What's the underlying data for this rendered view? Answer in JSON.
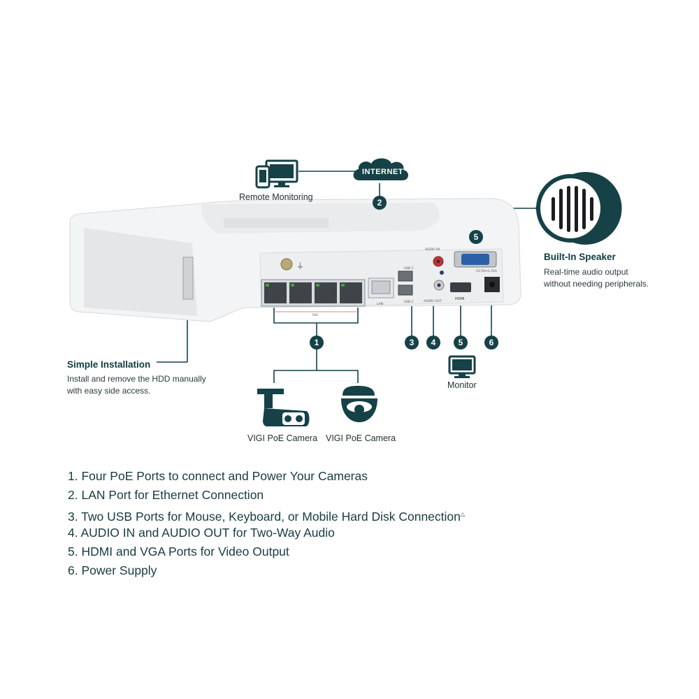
{
  "network": {
    "internet_label": "INTERNET",
    "remote_monitoring_label": "Remote Monitoring"
  },
  "speaker": {
    "title": "Built-In Speaker",
    "description_line1": "Real-time audio output",
    "description_line2": "without needing peripherals."
  },
  "installation": {
    "title": "Simple Installation",
    "description_line1": "Install and remove the HDD manually",
    "description_line2": "with easy side access."
  },
  "cameras": [
    {
      "label": "VIGI PoE Camera",
      "icon": "bullet-camera-icon"
    },
    {
      "label": "VIGI PoE Camera",
      "icon": "turret-camera-icon"
    }
  ],
  "monitor_label": "Monitor",
  "port_badges": [
    "1",
    "2",
    "3",
    "4",
    "5",
    "6"
  ],
  "device_labels": {
    "usb1": "USB 1",
    "usb2": "USB 2",
    "lan": "LAN",
    "poe": "PoE",
    "audio_in": "AUDIO IN",
    "audio_out": "AUDIO OUT",
    "power": "53.5V⎓1.31A",
    "hdmi": "HDMI"
  },
  "features": [
    "1. Four PoE Ports to connect and Power Your Cameras",
    "2. LAN Port for Ethernet Connection",
    "3. Two USB Ports for Mouse, Keyboard, or Mobile Hard Disk Connection",
    "4. AUDIO IN and AUDIO OUT for Two-Way Audio",
    "5. HDMI and VGA Ports for Video Output",
    "6. Power Supply"
  ],
  "features_footnote_mark": "△",
  "colors": {
    "accent": "#154147",
    "device_body": "#f3f4f5",
    "device_panel": "#e6e8ea",
    "port_green": "#4a9a4a"
  }
}
